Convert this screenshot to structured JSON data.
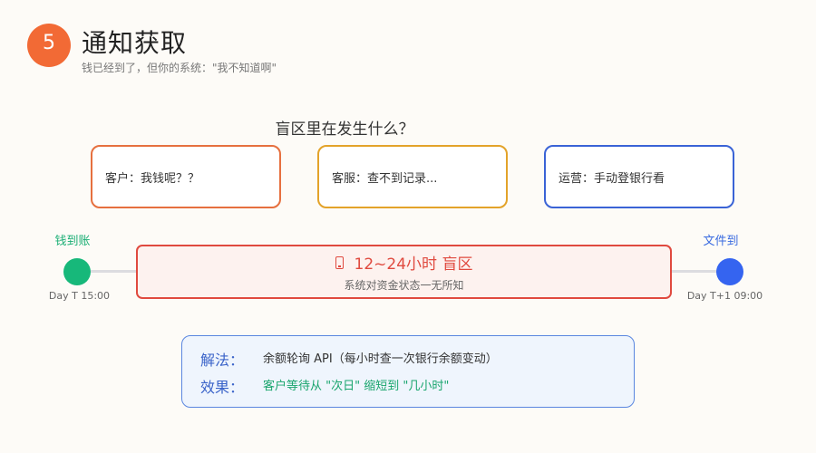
{
  "header": {
    "step_number": "5",
    "title": "通知获取",
    "subtitle": "钱已经到了，但你的系统：\"我不知道啊\""
  },
  "question": "盲区里在发生什么？",
  "cards": {
    "customer": "客户：我钱呢？？",
    "service": "客服：查不到记录...",
    "ops": "运营：手动登银行看"
  },
  "timeline": {
    "start_label": "钱到账",
    "start_time": "Day T 15:00",
    "end_label": "文件到",
    "end_time": "Day T+1 09:00",
    "blind_title": "12~24小时 盲区",
    "blind_subtitle": "系统对资金状态一无所知"
  },
  "solution": {
    "label1": "解法：",
    "text1": "余额轮询 API（每小时查一次银行余额变动）",
    "label2": "效果：",
    "text2": "客户等待从 \"次日\" 缩短到 \"几小时\""
  },
  "colors": {
    "accent_orange": "#f26a35",
    "card_customer": "#e6703f",
    "card_service": "#e3a32a",
    "card_ops": "#3a63d6",
    "start_green": "#17b87a",
    "end_blue": "#3564f0",
    "blind_red": "#e04a3f"
  }
}
